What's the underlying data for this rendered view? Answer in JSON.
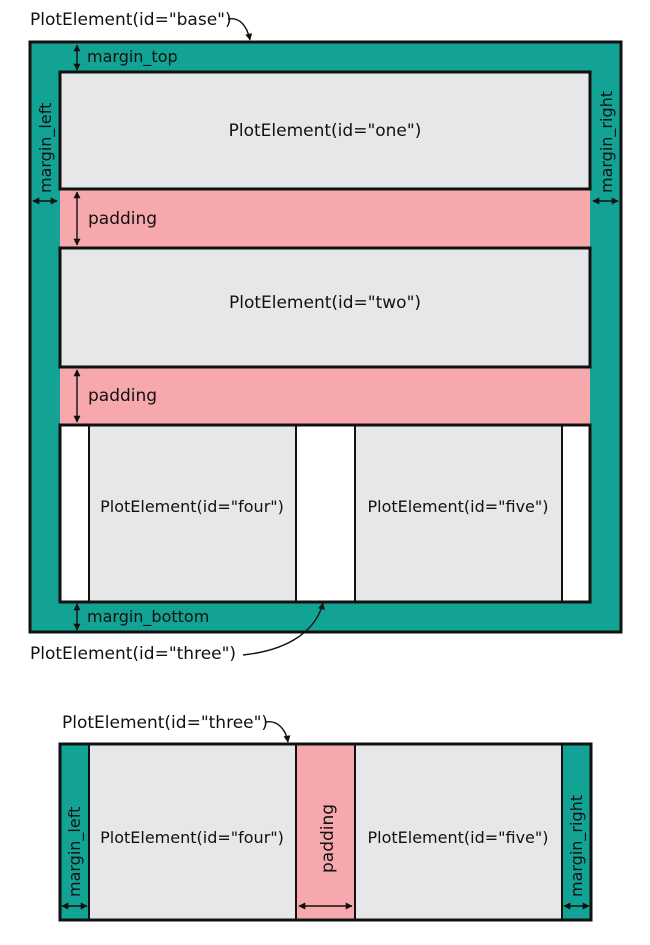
{
  "colors": {
    "margin": "#12a394",
    "padding": "#f7a8ac",
    "element": "#e6e7e8",
    "border": "#111111",
    "background": "#ffffff"
  },
  "top_diagram": {
    "caption_base": "PlotElement(id=\"base\")",
    "caption_three": "PlotElement(id=\"three\")",
    "element_one": "PlotElement(id=\"one\")",
    "element_two": "PlotElement(id=\"two\")",
    "element_four": "PlotElement(id=\"four\")",
    "element_five": "PlotElement(id=\"five\")",
    "margin_top": "margin_top",
    "margin_left": "margin_left",
    "margin_right": "margin_right",
    "margin_bottom": "margin_bottom",
    "padding_1": "padding",
    "padding_2": "padding"
  },
  "bottom_diagram": {
    "caption_three": "PlotElement(id=\"three\")",
    "element_four": "PlotElement(id=\"four\")",
    "element_five": "PlotElement(id=\"five\")",
    "margin_left": "margin_left",
    "margin_right": "margin_right",
    "padding": "padding"
  }
}
